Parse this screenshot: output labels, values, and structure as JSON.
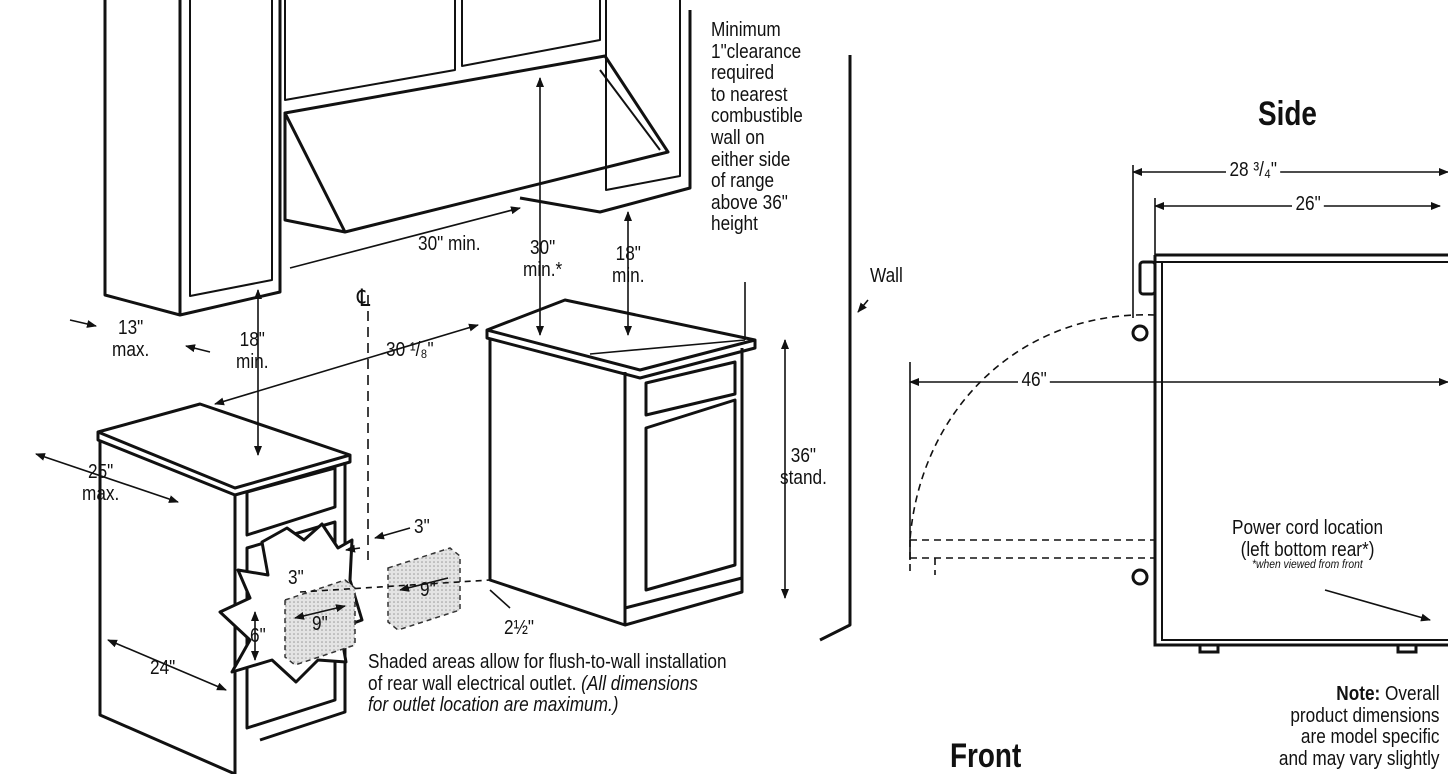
{
  "views": {
    "side": "Side",
    "front": "Front"
  },
  "dims": {
    "clearance_note": [
      "Minimum",
      "1\"clearance",
      "required",
      "to nearest",
      "combustible",
      "wall on",
      "either side",
      "of range",
      "above 36\"",
      "height"
    ],
    "d30_min_width": "30\" min.",
    "d30_min_height": [
      "30\"",
      "min.*"
    ],
    "d18_min_right": [
      "18\"",
      "min."
    ],
    "d18_min_left": [
      "18\"",
      "min."
    ],
    "d13_max": [
      "13\"",
      "max."
    ],
    "centerline": "℄",
    "d30_18": "30 ¹/₈\"",
    "d25_max": [
      "25\"",
      "max."
    ],
    "d36_stand": [
      "36\"",
      "stand."
    ],
    "d3_top": "3\"",
    "d3_left": "3\"",
    "d9_right": "9\"",
    "d9_left": "9\"",
    "d6": "6\"",
    "d2_half": "2½\"",
    "d24": "24\"",
    "wall": "Wall"
  },
  "shaded_note": {
    "line1": "Shaded areas allow for flush-to-wall installation",
    "line2a": "of rear wall electrical outlet. ",
    "line2b": "(All dimensions",
    "line3": "for outlet location are maximum.)"
  },
  "side_view": {
    "d28_34": "28 ³/₄\"",
    "d26": "26\"",
    "d46": "46\"",
    "power_cord": [
      "Power cord location",
      "(left bottom rear*)"
    ],
    "footnote": "*when viewed from front"
  },
  "note": {
    "bold": "Note:",
    "line1": " Overall",
    "line2": "product dimensions",
    "line3": "are model specific",
    "line4": "and may vary slightly"
  }
}
